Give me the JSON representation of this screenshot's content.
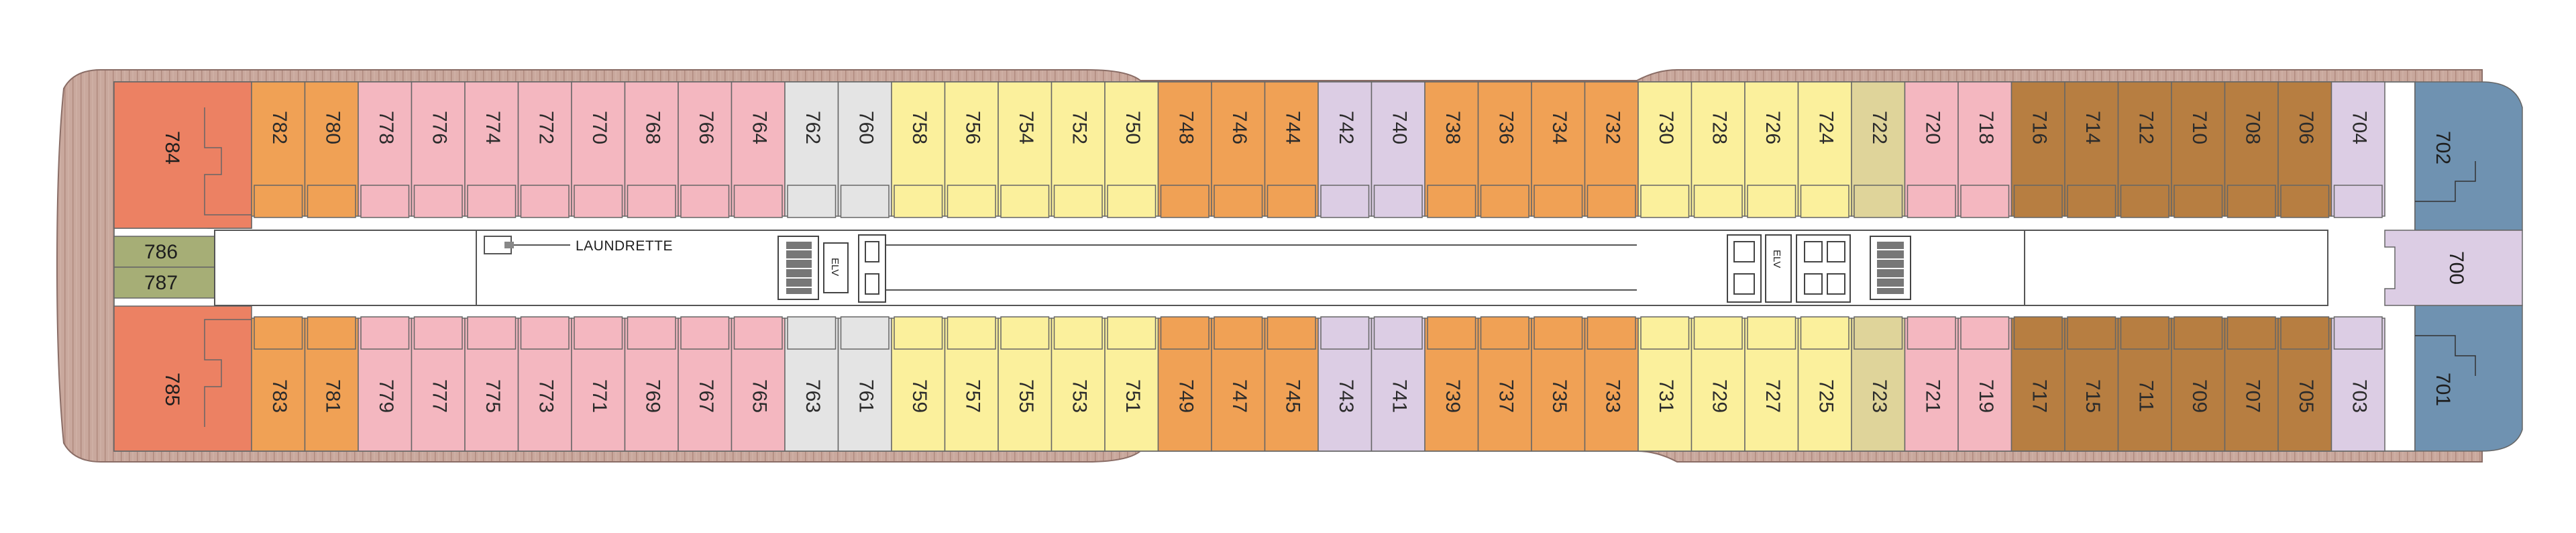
{
  "deck": {
    "top_cabins": [
      {
        "id": "782",
        "cat": "orange"
      },
      {
        "id": "780",
        "cat": "orange"
      },
      {
        "id": "778",
        "cat": "pink"
      },
      {
        "id": "776",
        "cat": "pink"
      },
      {
        "id": "774",
        "cat": "pink"
      },
      {
        "id": "772",
        "cat": "pink"
      },
      {
        "id": "770",
        "cat": "pink"
      },
      {
        "id": "768",
        "cat": "pink"
      },
      {
        "id": "766",
        "cat": "pink"
      },
      {
        "id": "764",
        "cat": "pink"
      },
      {
        "id": "762",
        "cat": "grey"
      },
      {
        "id": "760",
        "cat": "grey"
      },
      {
        "id": "758",
        "cat": "yellow"
      },
      {
        "id": "756",
        "cat": "yellow"
      },
      {
        "id": "754",
        "cat": "yellow"
      },
      {
        "id": "752",
        "cat": "yellow"
      },
      {
        "id": "750",
        "cat": "yellow"
      },
      {
        "id": "748",
        "cat": "orange"
      },
      {
        "id": "746",
        "cat": "orange"
      },
      {
        "id": "744",
        "cat": "orange"
      },
      {
        "id": "742",
        "cat": "lavender"
      },
      {
        "id": "740",
        "cat": "lavender"
      },
      {
        "id": "738",
        "cat": "orange"
      },
      {
        "id": "736",
        "cat": "orange"
      },
      {
        "id": "734",
        "cat": "orange"
      },
      {
        "id": "732",
        "cat": "orange"
      },
      {
        "id": "730",
        "cat": "yellow"
      },
      {
        "id": "728",
        "cat": "yellow"
      },
      {
        "id": "726",
        "cat": "yellow"
      },
      {
        "id": "724",
        "cat": "yellow"
      },
      {
        "id": "722",
        "cat": "olive"
      },
      {
        "id": "720",
        "cat": "pink"
      },
      {
        "id": "718",
        "cat": "pink"
      },
      {
        "id": "716",
        "cat": "brown"
      },
      {
        "id": "714",
        "cat": "brown"
      },
      {
        "id": "712",
        "cat": "brown"
      },
      {
        "id": "710",
        "cat": "brown"
      },
      {
        "id": "708",
        "cat": "brown"
      },
      {
        "id": "706",
        "cat": "brown"
      },
      {
        "id": "704",
        "cat": "lavender"
      }
    ],
    "bottom_cabins": [
      {
        "id": "783",
        "cat": "orange"
      },
      {
        "id": "781",
        "cat": "orange"
      },
      {
        "id": "779",
        "cat": "pink"
      },
      {
        "id": "777",
        "cat": "pink"
      },
      {
        "id": "775",
        "cat": "pink"
      },
      {
        "id": "773",
        "cat": "pink"
      },
      {
        "id": "771",
        "cat": "pink"
      },
      {
        "id": "769",
        "cat": "pink"
      },
      {
        "id": "767",
        "cat": "pink"
      },
      {
        "id": "765",
        "cat": "pink"
      },
      {
        "id": "763",
        "cat": "grey"
      },
      {
        "id": "761",
        "cat": "grey"
      },
      {
        "id": "759",
        "cat": "yellow"
      },
      {
        "id": "757",
        "cat": "yellow"
      },
      {
        "id": "755",
        "cat": "yellow"
      },
      {
        "id": "753",
        "cat": "yellow"
      },
      {
        "id": "751",
        "cat": "yellow"
      },
      {
        "id": "749",
        "cat": "orange"
      },
      {
        "id": "747",
        "cat": "orange"
      },
      {
        "id": "745",
        "cat": "orange"
      },
      {
        "id": "743",
        "cat": "lavender"
      },
      {
        "id": "741",
        "cat": "lavender"
      },
      {
        "id": "739",
        "cat": "orange"
      },
      {
        "id": "737",
        "cat": "orange"
      },
      {
        "id": "735",
        "cat": "orange"
      },
      {
        "id": "733",
        "cat": "orange"
      },
      {
        "id": "731",
        "cat": "yellow"
      },
      {
        "id": "729",
        "cat": "yellow"
      },
      {
        "id": "727",
        "cat": "yellow"
      },
      {
        "id": "725",
        "cat": "yellow"
      },
      {
        "id": "723",
        "cat": "olive"
      },
      {
        "id": "721",
        "cat": "pink"
      },
      {
        "id": "719",
        "cat": "pink"
      },
      {
        "id": "717",
        "cat": "brown"
      },
      {
        "id": "715",
        "cat": "brown"
      },
      {
        "id": "711",
        "cat": "brown"
      },
      {
        "id": "709",
        "cat": "brown"
      },
      {
        "id": "707",
        "cat": "brown"
      },
      {
        "id": "705",
        "cat": "brown"
      },
      {
        "id": "703",
        "cat": "lavender"
      }
    ],
    "aft": {
      "suite_top": "784",
      "suite_bottom": "785",
      "center_top": "786",
      "center_bottom": "787"
    },
    "bow": {
      "suite_top": "702",
      "suite_bottom": "701",
      "center": "700"
    },
    "laundrette_label": "LAUNDRETTE",
    "elevator_label": "ELV"
  },
  "colors": {
    "orange": "#f0a155",
    "pink": "#f4b7c0",
    "grey": "#e4e4e4",
    "yellow": "#fbf09c",
    "lavender": "#dccde4",
    "olive": "#dfd49a",
    "brown": "#b77e41",
    "salmon": "#ec8163",
    "green": "#a6ae76",
    "blue": "#6f92b1",
    "deck_wood": "#c8a79c",
    "corridor": "#ffffff",
    "outline": "#666666"
  }
}
